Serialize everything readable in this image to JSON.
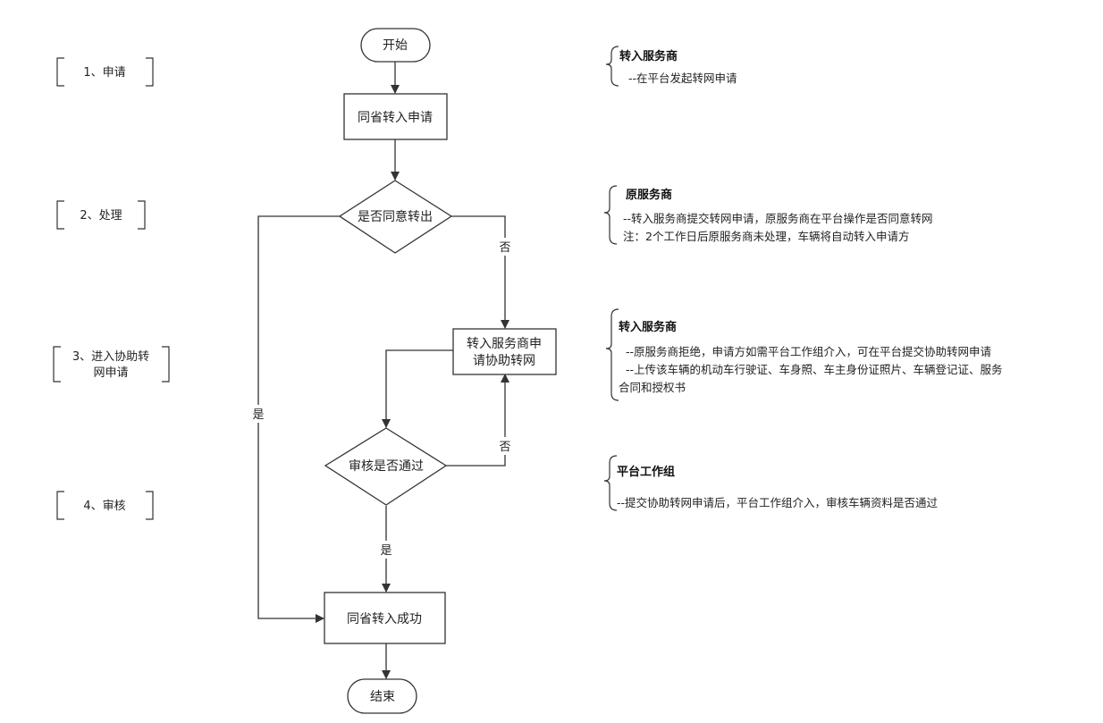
{
  "steps": [
    {
      "label": "1、申请"
    },
    {
      "label": "2、处理"
    },
    {
      "lines": [
        "3、进入协助转",
        "网申请"
      ]
    },
    {
      "label": "4、审核"
    }
  ],
  "nodes": {
    "start": "开始",
    "apply": "同省转入申请",
    "decision_agree": "是否同意转出",
    "assist_apply": [
      "转入服务商申",
      "请协助转网"
    ],
    "decision_audit": "审核是否通过",
    "success": "同省转入成功",
    "end": "结束"
  },
  "edge_labels": {
    "agree_no": "否",
    "agree_yes": "是",
    "audit_no": "否",
    "audit_yes": "是"
  },
  "annotations": [
    {
      "title": "转入服务商",
      "lines": [
        "--在平台发起转网申请"
      ]
    },
    {
      "title": "原服务商",
      "lines": [
        "--转入服务商提交转网申请，原服务商在平台操作是否同意转网",
        "注：2个工作日后原服务商未处理，车辆将自动转入申请方"
      ]
    },
    {
      "title": "转入服务商",
      "lines": [
        "--原服务商拒绝，申请方如需平台工作组介入，可在平台提交协助转网申请",
        "--上传该车辆的机动车行驶证、车身照、车主身份证照片、车辆登记证、服务",
        "合同和授权书"
      ]
    },
    {
      "title": "平台工作组",
      "lines": [
        "--提交协助转网申请后，平台工作组介入，审核车辆资料是否通过"
      ]
    }
  ]
}
